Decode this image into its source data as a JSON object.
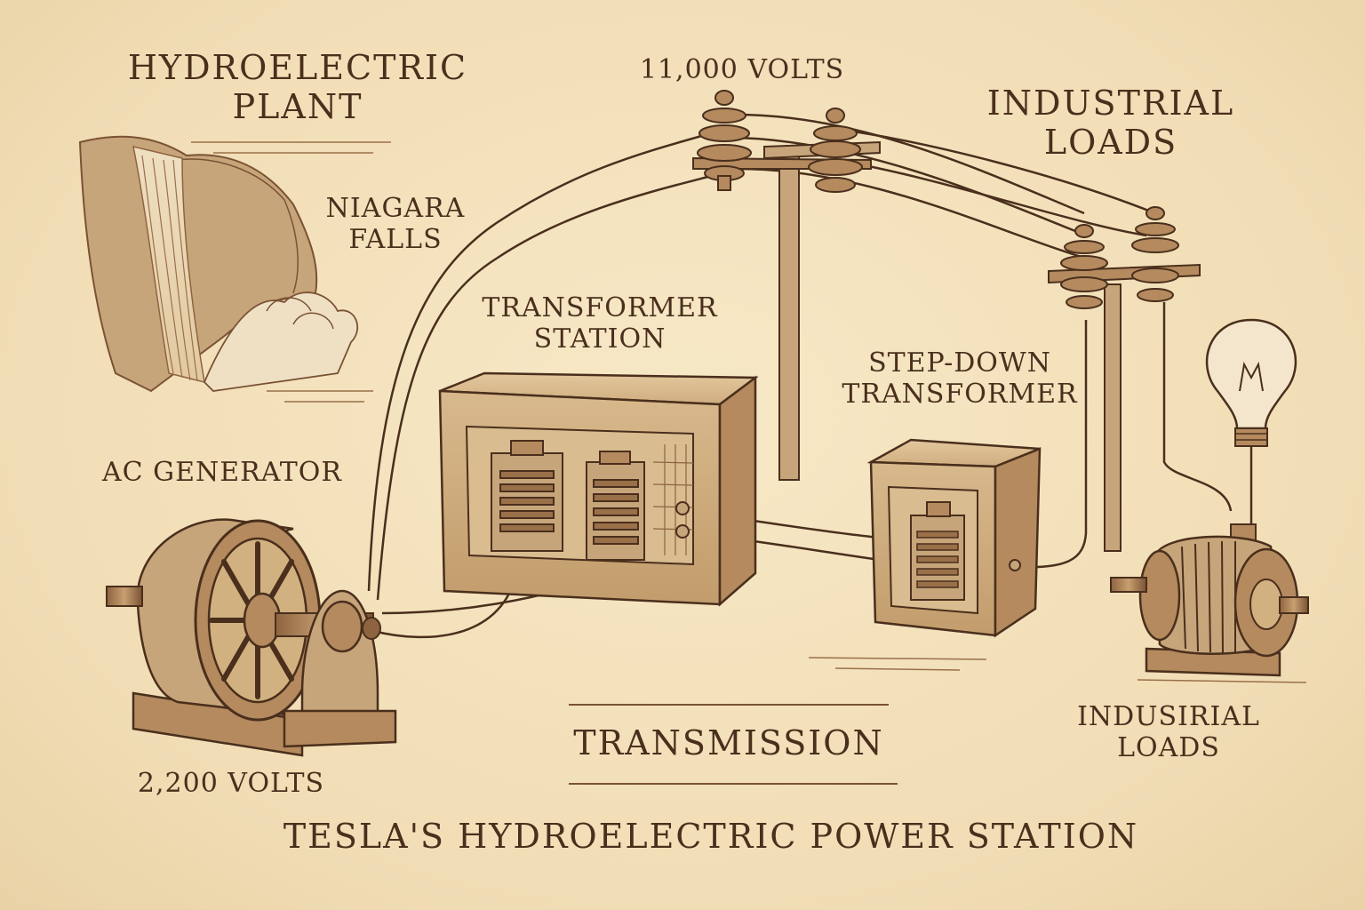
{
  "labels": {
    "hydroelectric_plant": "HYDROELECTRIC\nPLANT",
    "niagara_falls": "NIAGARA\nFALLS",
    "ac_generator": "AC GENERATOR",
    "generator_voltage": "2,200 VOLTS",
    "transmission_voltage": "11,000 VOLTS",
    "transformer_station": "TRANSFORMER\nSTATION",
    "step_down_transformer": "STEP-DOWN\nTRANSFORMER",
    "industrial_loads_top": "INDUSTRIAL\nLOADS",
    "industrial_loads_bottom": "INDUSIRIAL\nLOADS",
    "transmission": "TRANSMISSION"
  },
  "title": "TESLA'S HYDROELECTRIC POWER STATION",
  "colors": {
    "paper": "#f4e2bd",
    "ink": "#4a2f1d",
    "sepia_dark": "#7a5234",
    "sepia_mid": "#b48a5e",
    "sepia_light": "#d9b98b"
  }
}
